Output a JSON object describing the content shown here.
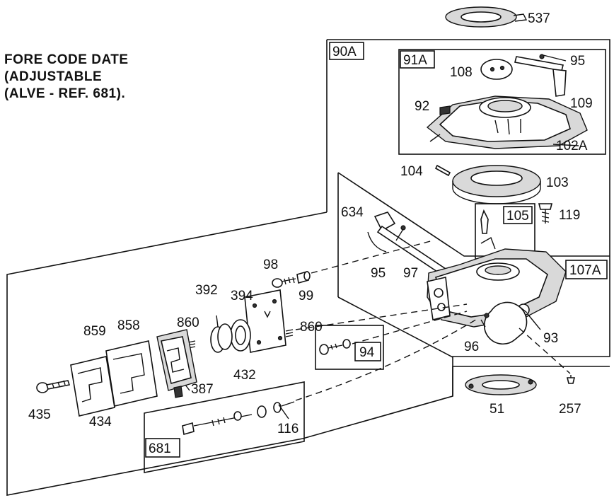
{
  "note": {
    "lines": [
      "FORE CODE DATE",
      "(ADJUSTABLE",
      "(ALVE - REF. 681)."
    ]
  },
  "groups": [
    "90A",
    "91A",
    "105",
    "107A",
    "94",
    "681"
  ],
  "parts": [
    "537",
    "95",
    "108",
    "109",
    "92",
    "102A",
    "104",
    "103",
    "119",
    "634",
    "95",
    "97",
    "98",
    "99",
    "392",
    "394",
    "860",
    "860",
    "859",
    "858",
    "432",
    "387",
    "96",
    "93",
    "435",
    "434",
    "116",
    "51",
    "257"
  ]
}
